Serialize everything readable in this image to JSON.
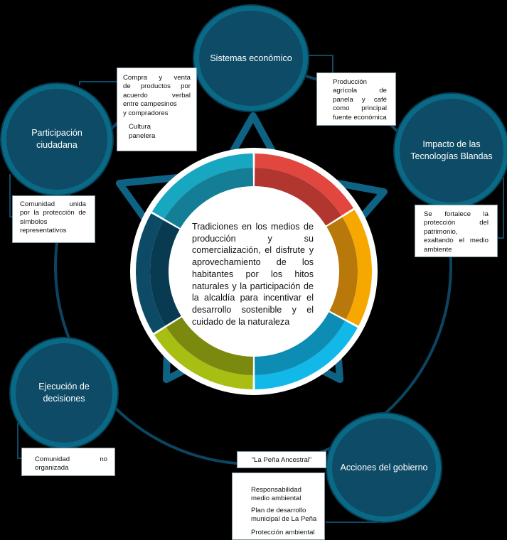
{
  "center": {
    "text": "Tradiciones en los medios de producción y su comercialización, el disfrute y aprovechamiento de los habitantes por los hitos naturales y la participación de la alcaldía para incentivar el desarrollo sostenible y el cuidado de la naturaleza"
  },
  "nodes": {
    "sistemas": "Sistemas económico",
    "participacion": "Participación ciudadana",
    "impacto": "Impacto de las Tecnologías Blandas",
    "ejecucion": "Ejecución de decisiones",
    "acciones": "Acciones del gobierno"
  },
  "boxes": {
    "compra": {
      "line1": "Compra y venta",
      "line2": "de productos por",
      "line3": "acuerdo verbal",
      "line4": "entre campesinos",
      "line5": "y compradores",
      "line6": "Cultura",
      "line7": "panelera"
    },
    "produccion": {
      "line1": "Producción",
      "line2": "agrícola de",
      "line3": "panela y café",
      "line4": "como principal",
      "line5": "fuente económica"
    },
    "comunidad_unida": {
      "line1": "Comunidad unida",
      "line2": "por la protección de",
      "line3": "símbolos",
      "line4": "representativos"
    },
    "fortalece": {
      "line1": "Se fortalece la",
      "line2": "protección del",
      "line3": "patrimonio,",
      "line4": "exaltando el medio",
      "line5": "ambiente"
    },
    "no_organizada": {
      "line1": "Comunidad no",
      "line2": "organizada"
    },
    "pena": {
      "text": "“La Peña Ancestral”"
    },
    "gobierno": {
      "line1": "Responsabilidad",
      "line2": "medio ambiental",
      "line3": "Plan de desarrollo",
      "line4": "municipal de La Peña",
      "line5": "Protección ambiental"
    }
  },
  "colors": {
    "background": "#000000",
    "node_fill": "#0e4b66",
    "ring_red": "#e2473f",
    "ring_orange": "#f6a800",
    "ring_cyan": "#12b8e8",
    "ring_olive": "#a8be12",
    "ring_navy": "#0d4a66",
    "ring_teal": "#18a7c0"
  }
}
